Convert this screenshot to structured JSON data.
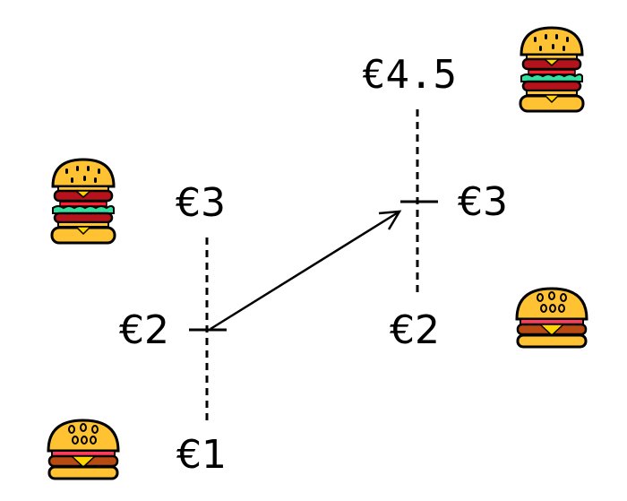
{
  "diagram": {
    "left_axis": {
      "top_label": "€3",
      "mid_label": "€2",
      "bottom_label": "€1"
    },
    "right_axis": {
      "top_label": "€4.5",
      "mid_label": "€3",
      "bottom_label": "€2"
    },
    "arrow": {
      "from": "€2 (left axis)",
      "to": "€3 (right axis)"
    },
    "icons": [
      {
        "name": "double-burger-icon",
        "position": "left-top"
      },
      {
        "name": "single-burger-icon",
        "position": "left-bottom"
      },
      {
        "name": "double-burger-icon",
        "position": "right-top"
      },
      {
        "name": "single-burger-icon",
        "position": "right-bottom"
      }
    ],
    "colors": {
      "bun": "#FFC233",
      "bun_shade": "#F5A623",
      "patty": "#B5121B",
      "patty_single": "#B84A12",
      "lettuce": "#33E0A0",
      "cheese": "#FFD500",
      "tomato": "#FF3B5C",
      "outline": "#000000"
    }
  }
}
